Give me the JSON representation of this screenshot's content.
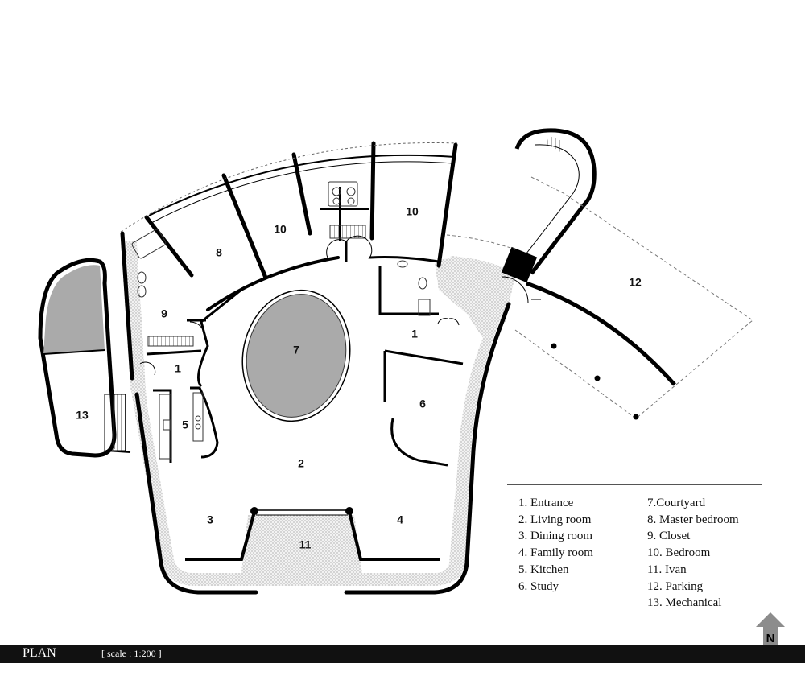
{
  "rooms": [
    {
      "label": "1"
    },
    {
      "label": "1"
    },
    {
      "label": "2"
    },
    {
      "label": "3"
    },
    {
      "label": "4"
    },
    {
      "label": "5"
    },
    {
      "label": "6"
    },
    {
      "label": "7"
    },
    {
      "label": "8"
    },
    {
      "label": "9"
    },
    {
      "label": "10"
    },
    {
      "label": "10"
    },
    {
      "label": "11"
    },
    {
      "label": "12"
    },
    {
      "label": "13"
    }
  ],
  "legend": {
    "col1": [
      "1. Entrance",
      "2. Living room",
      "3. Dining room",
      "4. Family room",
      "5. Kitchen",
      "6. Study"
    ],
    "col2": [
      "7.Courtyard",
      "8. Master bedroom",
      "9. Closet",
      "10. Bedroom",
      "11. Ivan",
      "12. Parking",
      "13. Mechanical"
    ]
  },
  "footer": {
    "title": "PLAN",
    "scale": "[  scale : 1:200  ]"
  },
  "north": {
    "letter": "N"
  },
  "colors": {
    "wall": "#000000",
    "fill_gray": "#aaaaaa",
    "dotted_fill": "#e6e6e6",
    "footer_bg": "#111111"
  }
}
